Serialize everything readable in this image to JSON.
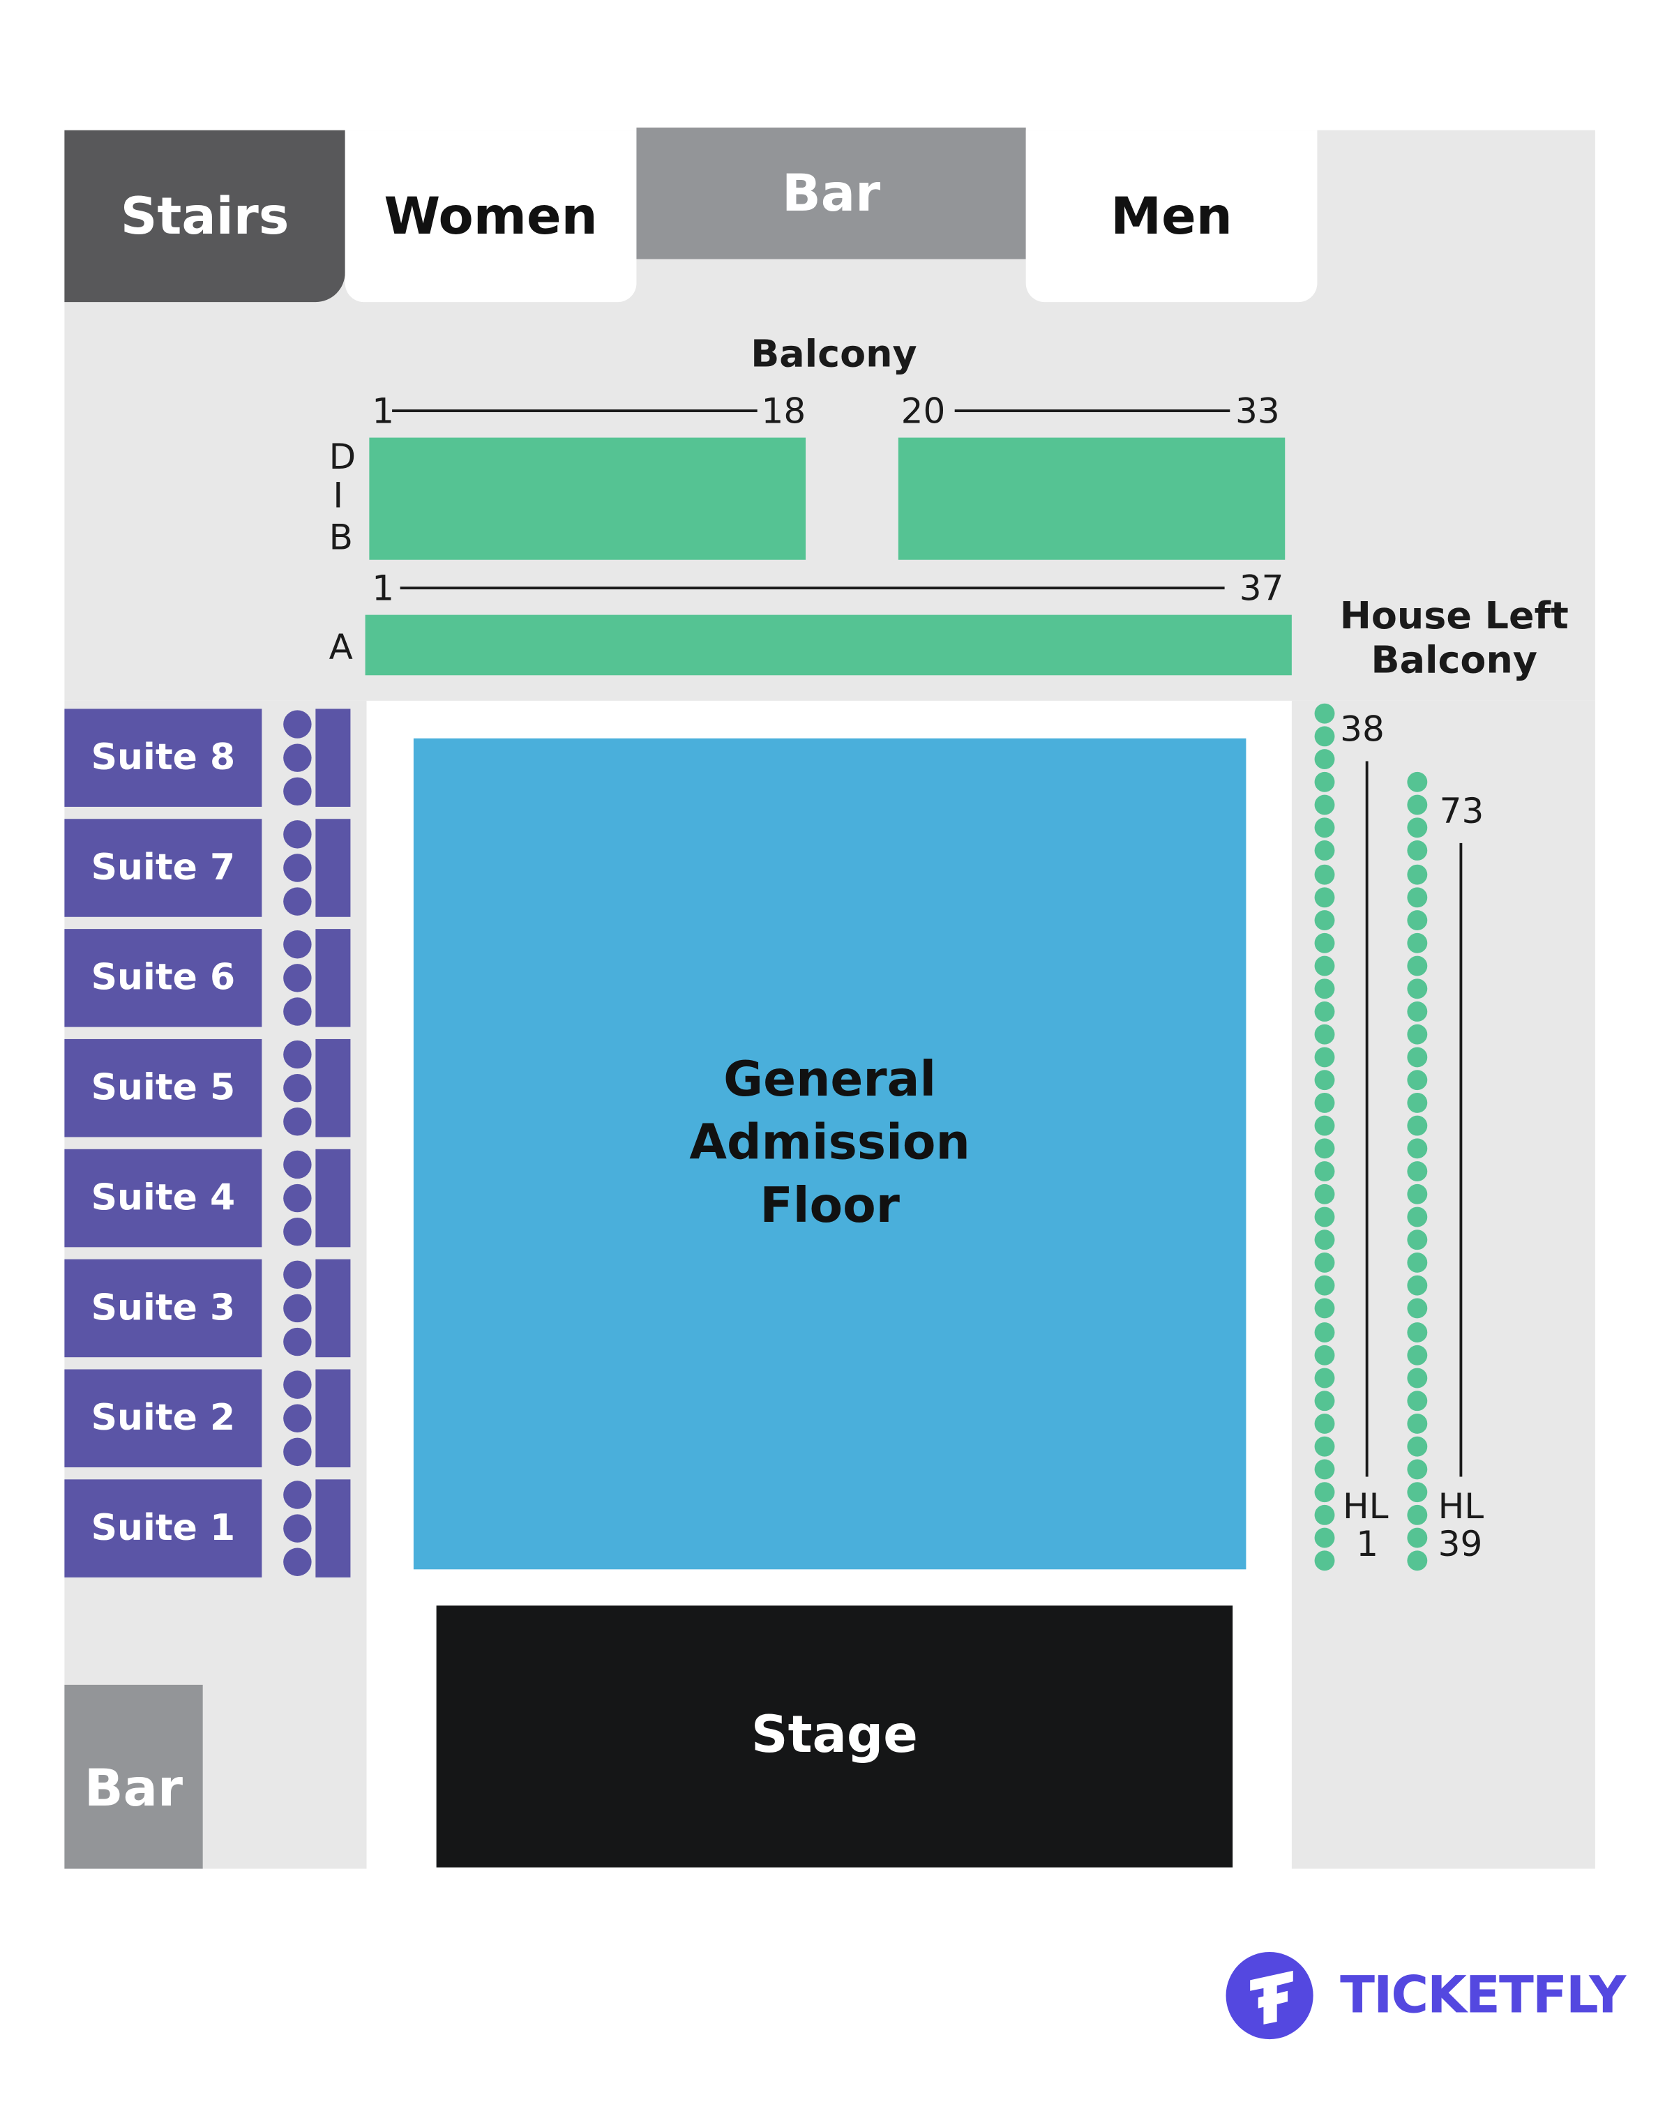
{
  "top_areas": {
    "stairs": "Stairs",
    "women": "Women",
    "bar": "Bar",
    "men": "Men"
  },
  "balcony": {
    "title": "Balcony",
    "rows_db": {
      "row_label_top": "D",
      "row_label_mid": "I",
      "row_label_bottom": "B",
      "left_start": "1",
      "left_end": "18",
      "right_start": "20",
      "right_end": "33"
    },
    "row_a": {
      "label": "A",
      "start": "1",
      "end": "37"
    }
  },
  "house_left": {
    "title_line1": "House Left",
    "title_line2": "Balcony",
    "col1_top": "38",
    "col1_bottom_1": "HL",
    "col1_bottom_2": "1",
    "col1_seats": 38,
    "col2_top": "73",
    "col2_bottom_1": "HL",
    "col2_bottom_2": "39",
    "col2_seats": 35
  },
  "suites": [
    "Suite 8",
    "Suite 7",
    "Suite 6",
    "Suite 5",
    "Suite 4",
    "Suite 3",
    "Suite 2",
    "Suite 1"
  ],
  "floor": {
    "line1": "General",
    "line2": "Admission",
    "line3": "Floor"
  },
  "stage_label": "Stage",
  "bottom_bar": "Bar",
  "brand": "TICKETFLY",
  "colors": {
    "green": "#55c393",
    "blue": "#4aafdb",
    "purple": "#5b55a6",
    "stage": "#151617",
    "gray": "#939598",
    "dark": "#58585a",
    "brand": "#5448e0"
  }
}
